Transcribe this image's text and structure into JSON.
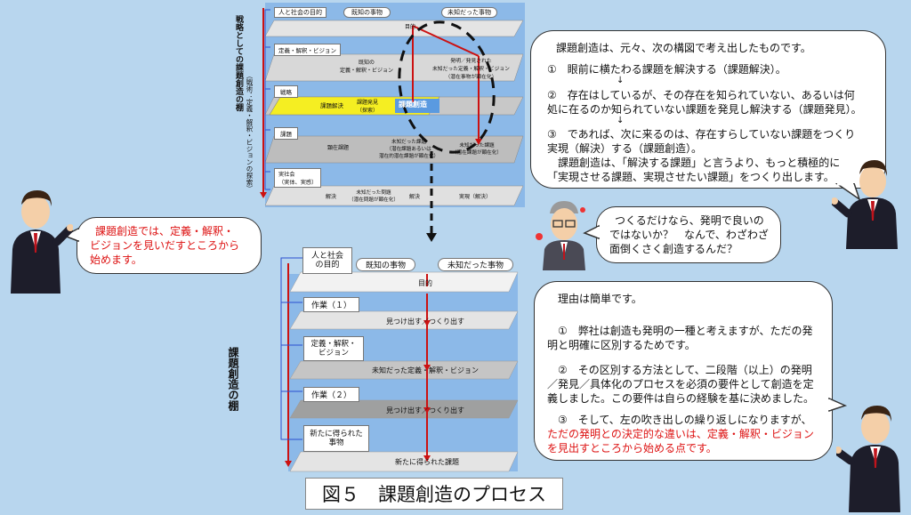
{
  "top_diagram": {
    "vertical_title": "戦略としての課題創造の棚",
    "vertical_subtitle": "（戦術：定義・解釈・ビジョンの探索）",
    "header": {
      "purpose": "人と社会の目的",
      "known": "既知の事物",
      "unknown": "未知だった事物"
    },
    "purpose_small": "目的",
    "rows": {
      "definition": "定義・解釈・ビジョン",
      "known_def": "既知の\n定義・解釈・ビジョン",
      "unknown_def": "発明／発見された\n未知だった定義・解釈・ビジョン\n（潜在事物が顕在化）",
      "strategy": "戦略",
      "solve": "課題解決",
      "discover": "課題発見\n（探索）",
      "create": "課題創造",
      "issue": "課題",
      "known_issue": "顕在課題",
      "unknown_issue": "未知だった課題\n（潜在課題あるいは\n潜在的潜在課題が顕在化）",
      "unknown_issue2": "未知だった課題\n（潜在課題が顕在化）",
      "society": "実社会\n（実体、実感）",
      "resolve1": "解決",
      "unknown_problem": "未知だった問題\n（潜在問題が顕在化）",
      "resolve2": "解決",
      "realize": "実現（解決）"
    }
  },
  "bottom_diagram": {
    "vertical_title": "課題創造の棚",
    "header": {
      "purpose": "人と社会の目的",
      "known": "既知の事物",
      "unknown": "未知だった事物"
    },
    "purpose": "目的",
    "work1": "作業（１）",
    "find1": "見つけ出す／つくり出す",
    "definition": "定義・解釈・ビジョン",
    "unknown_def": "未知だった定義・解釈・ビジョン",
    "work2": "作業（２）",
    "find2": "見つけ出す／つくり出す",
    "new_things": "新たに得られた事物",
    "new_issue": "新たに得られた課題"
  },
  "bubble_top_right": [
    "課題創造は、元々、次の構図で考え出したものです。",
    "①　眼前に横たわる課題を解決する（課題解決）。",
    "↓",
    "②　存在はしているが、その存在を知られていない、あるいは何",
    "処に在るのか知られていない課題を発見し解決する（課題発見）。",
    "↓",
    "③　であれば、次に来るのは、存在すらしていない課題をつくり",
    "実現（解決）する（課題創造）。",
    "　課題創造は、「解決する課題」と言うより、もっと積極的に",
    "「実現させる課題、実現させたい課題」をつくり出します。"
  ],
  "bubble_left": [
    "課題創造では、定義・解釈・",
    "ビジョンを見いだすところから",
    "始めます。"
  ],
  "bubble_middle": [
    "つくるだけなら、発明で良いの",
    "ではないか？　なんで、わざわざ",
    "面倒くさく創造するんだ？"
  ],
  "bubble_bottom_right": {
    "lines": [
      "理由は簡単です。",
      "①　弊社は創造も発明の一種と考えますが、ただの発",
      "明と明確に区別するためです。",
      "②　その区別する方法として、二段階（以上）の発明",
      "／発見／具体化のプロセスを必須の要件として創造を定",
      "義しました。この要件は自らの経験を基に決めました。",
      "③　そして、左の吹き出しの繰り返しになりますが、"
    ],
    "red_lines": [
      "ただの発明との決定的な違いは、定義・解釈・ビジョン",
      "を見出すところから始める点です。"
    ]
  },
  "caption": "図５　課題創造のプロセス",
  "colors": {
    "background": "#b8d6ee",
    "arrow_red": "#cc1111",
    "arrow_blue": "#2a4fd0",
    "highlight": "#f5ee22",
    "band": "#e3e3e3",
    "band_dark": "#9fa0a0"
  }
}
